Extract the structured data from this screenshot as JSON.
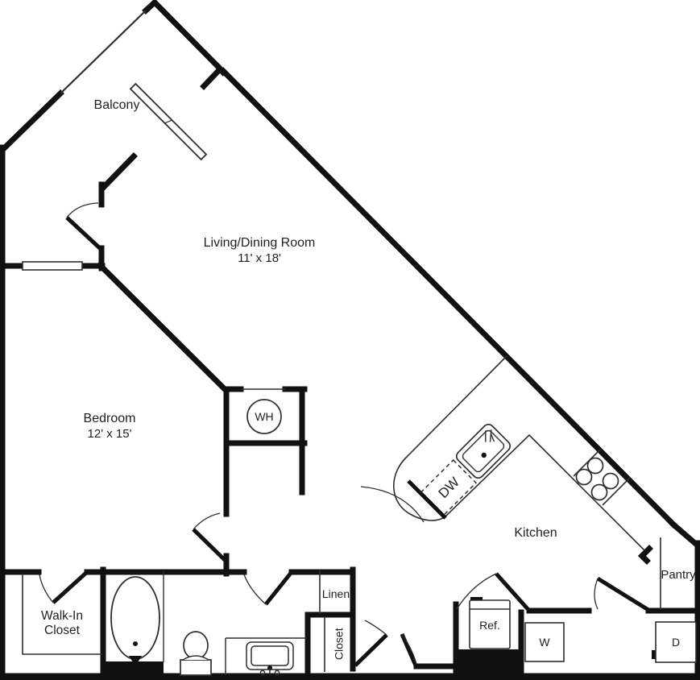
{
  "plan": {
    "rooms": {
      "balcony": {
        "label": "Balcony"
      },
      "living": {
        "label": "Living/Dining Room",
        "dims": "11' x 18'"
      },
      "bedroom": {
        "label": "Bedroom",
        "dims": "12' x 15'"
      },
      "kitchen": {
        "label": "Kitchen"
      },
      "pantry": {
        "label": "Pantry"
      },
      "walk_in_closet": {
        "line1": "Walk-In",
        "line2": "Closet"
      },
      "linen": {
        "label": "Linen"
      },
      "hall_closet": {
        "label": "Closet"
      }
    },
    "fixtures": {
      "water_heater": "WH",
      "dishwasher": "DW",
      "refrigerator": "Ref.",
      "washer": "W",
      "dryer": "D"
    },
    "colors": {
      "wall": "#111111",
      "line": "#2e2e2e",
      "background": "#ffffff"
    }
  }
}
